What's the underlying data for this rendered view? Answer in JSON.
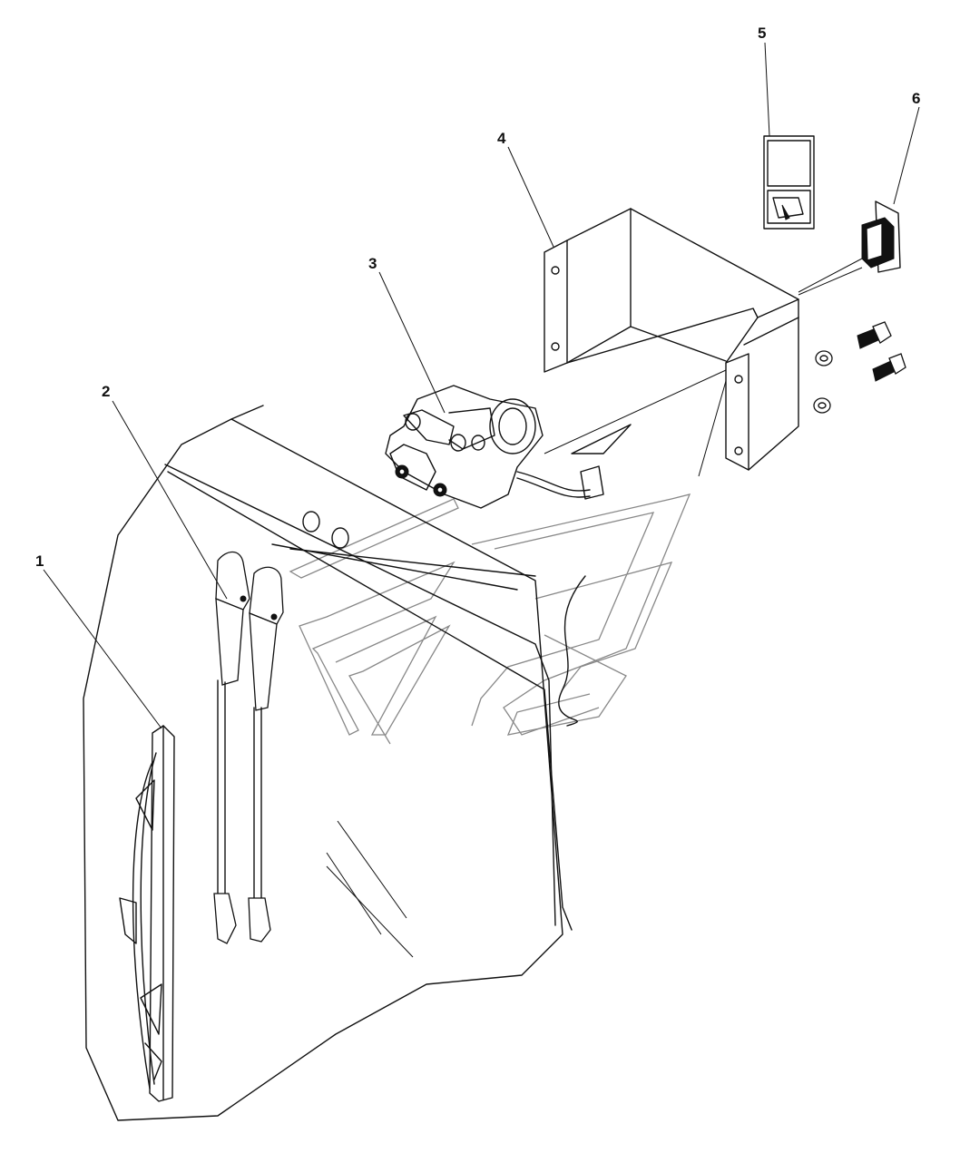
{
  "callouts": [
    {
      "id": 1,
      "text": "1"
    },
    {
      "id": 2,
      "text": "2"
    },
    {
      "id": 3,
      "text": "3"
    },
    {
      "id": 4,
      "text": "4"
    },
    {
      "id": 5,
      "text": "5"
    },
    {
      "id": 6,
      "text": "6"
    }
  ],
  "parts": [
    "wiper-blade",
    "wiper-arms",
    "wiper-motor",
    "mounting-bracket-box",
    "switch-panel",
    "relay-unit"
  ],
  "colors": {
    "line": "#111111",
    "watermark": "#888888",
    "background": "#ffffff"
  }
}
